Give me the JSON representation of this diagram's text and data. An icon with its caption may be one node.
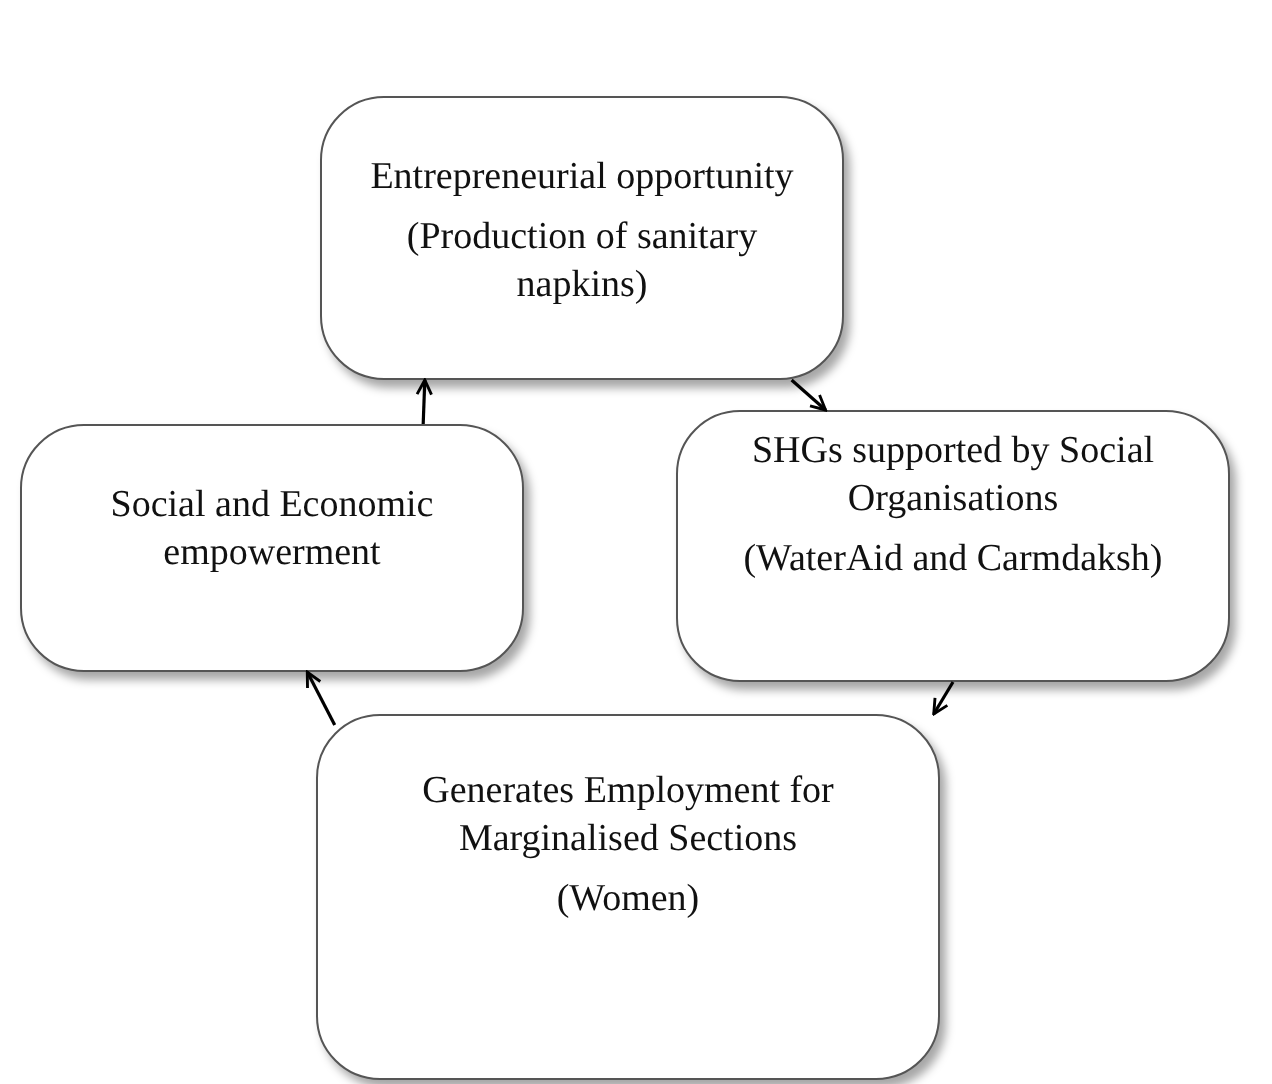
{
  "diagram": {
    "nodes": [
      {
        "text": [
          "Entrepreneurial opportunity",
          "(Production of sanitary napkins)"
        ]
      },
      {
        "text": [
          "Social and Economic empowerment"
        ]
      },
      {
        "text": [
          "SHGs supported by Social Organisations",
          "(WaterAid and Carmdaksh)"
        ]
      },
      {
        "text": [
          "Generates Employment for Marginalised Sections",
          "(Women)"
        ]
      }
    ],
    "edges": [
      {
        "from": 0,
        "to": 2,
        "arrow": "to"
      },
      {
        "from": 2,
        "to": 3,
        "arrow": "to"
      },
      {
        "from": 3,
        "to": 1,
        "arrow": "to"
      },
      {
        "from": 1,
        "to": 0,
        "arrow": "to"
      }
    ]
  }
}
